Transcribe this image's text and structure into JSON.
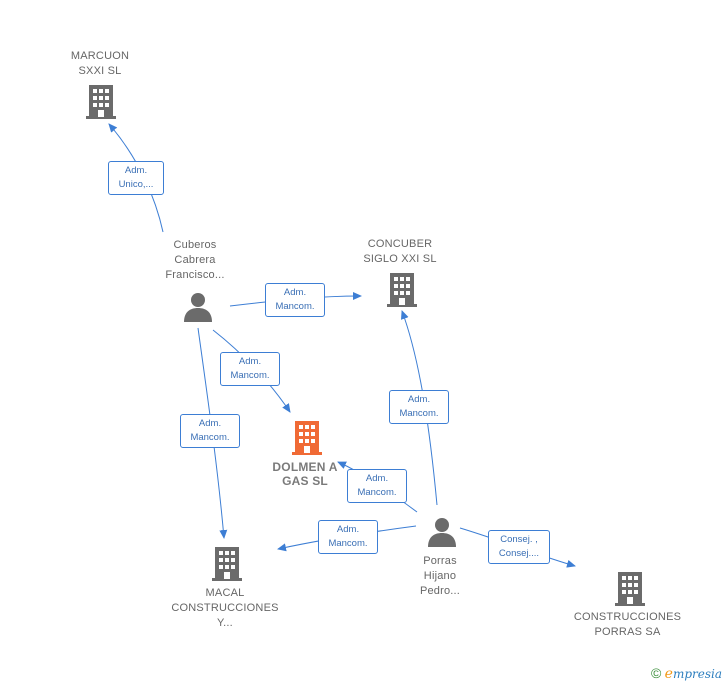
{
  "nodes": {
    "marcuon": {
      "lines": [
        "MARCUON",
        "SXXI  SL"
      ]
    },
    "cuberos": {
      "lines": [
        "Cuberos",
        "Cabrera",
        "Francisco..."
      ]
    },
    "concuber": {
      "lines": [
        "CONCUBER",
        "SIGLO XXI  SL"
      ]
    },
    "dolmen": {
      "lines": [
        "DOLMEN A",
        "GAS  SL"
      ]
    },
    "macal": {
      "lines": [
        "MACAL",
        "CONSTRUCCIONES",
        "Y..."
      ]
    },
    "porras": {
      "lines": [
        "Porras",
        "Hijano",
        "Pedro..."
      ]
    },
    "construcciones_porras": {
      "lines": [
        "CONSTRUCCIONES",
        "PORRAS SA"
      ]
    }
  },
  "edges": {
    "e1": {
      "lines": [
        "Adm.",
        "Unico,..."
      ]
    },
    "e2": {
      "lines": [
        "Adm.",
        "Mancom."
      ]
    },
    "e3": {
      "lines": [
        "Adm.",
        "Mancom."
      ]
    },
    "e4": {
      "lines": [
        "Adm.",
        "Mancom."
      ]
    },
    "e5": {
      "lines": [
        "Adm.",
        "Mancom."
      ]
    },
    "e6": {
      "lines": [
        "Adm.",
        "Mancom."
      ]
    },
    "e7": {
      "lines": [
        "Adm.",
        "Mancom."
      ]
    },
    "e8": {
      "lines": [
        "Consej. ,",
        "Consej...."
      ]
    }
  },
  "colors": {
    "company": "#6b6b6b",
    "focus_company": "#f06a35",
    "person": "#6b6b6b",
    "edge": "#3d7ed4"
  },
  "icons": {
    "company": "building-icon",
    "person": "person-icon",
    "copyright": "copyright-icon"
  },
  "brand": {
    "symbol": "©",
    "initial": "e",
    "rest": "mpresia"
  }
}
